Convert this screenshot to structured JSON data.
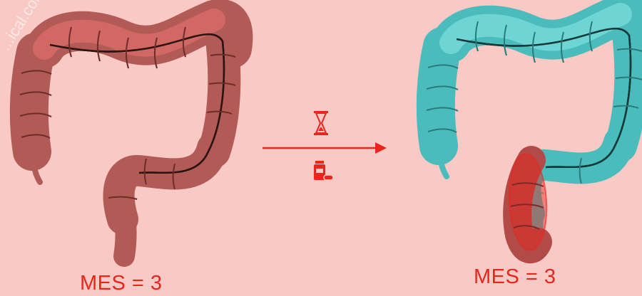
{
  "left_panel": {
    "score_label": "MES = 3",
    "colon_color": "#b25a56"
  },
  "right_panel": {
    "score_label": "MES = 3",
    "colon_color": "#4bbcbc",
    "inflamed_region_color": "#e8261c"
  },
  "transition": {
    "arrow_color": "#e8261c",
    "top_icon": "hourglass-icon",
    "bottom_icon": "medication-icon"
  },
  "watermark": {
    "text": "...ical.com"
  }
}
